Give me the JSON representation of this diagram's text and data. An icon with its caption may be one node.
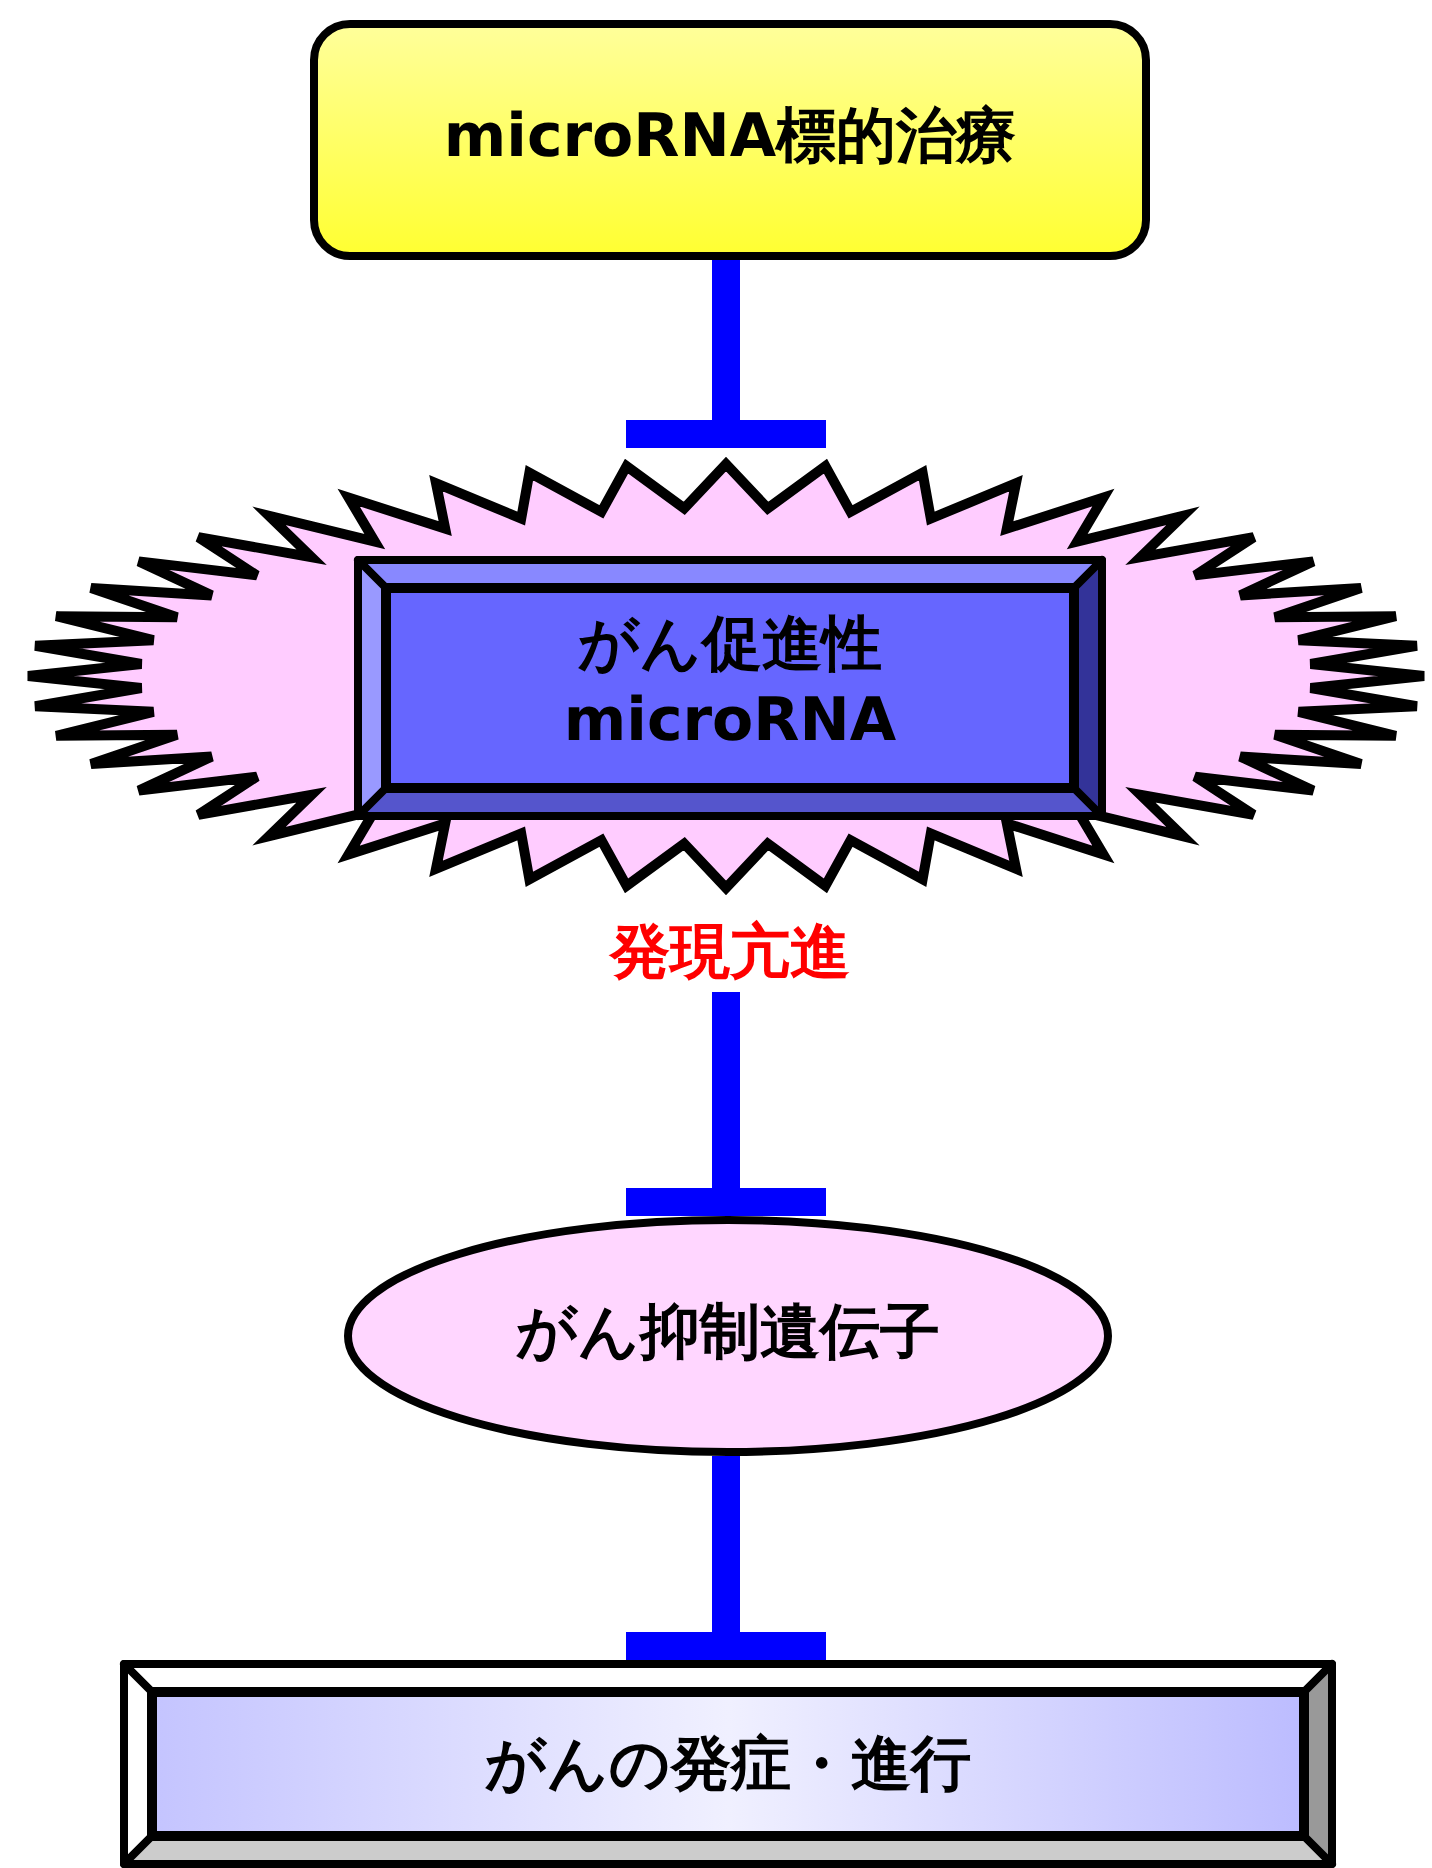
{
  "diagram": {
    "nodes": [
      {
        "text": [
          "microRNA標的治療"
        ]
      },
      {
        "text": [],
        "shape": "starburst",
        "beside": [
          "発現亢進"
        ]
      },
      {
        "text": [
          "がん促進性 microRNA"
        ],
        "in": 1
      },
      {
        "text": [
          "がん抑制遺伝子"
        ]
      },
      {
        "text": [
          "がんの発症・進行"
        ]
      }
    ],
    "edges": [
      {
        "from": 0,
        "to": 1,
        "arrow": "other"
      },
      {
        "from": 1,
        "to": 3,
        "arrow": "other"
      },
      {
        "from": 3,
        "to": 4,
        "arrow": "other"
      }
    ]
  }
}
